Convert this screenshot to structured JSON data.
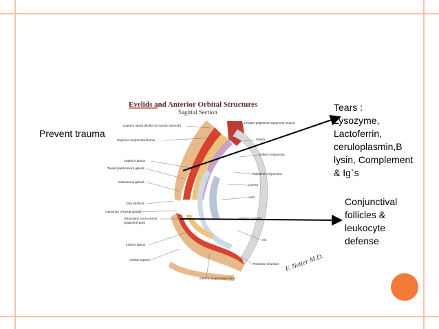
{
  "diagram": {
    "title": "Eyelids and Anterior Orbital Structures",
    "subtitle": "Sagittal Section",
    "labels": {
      "superior_tarsal_muscle": "Superior tarsal (Muller's) muscle (smooth)",
      "superior_conjunctival_fornix": "Superior conjunctival fornix",
      "superior_tarsus": "Superior tarsus",
      "tarsal_glands": "Tarsal (Meibomian) glands",
      "sebaceous_glands": "Sebaceous glands",
      "cilia": "Cilia (lashes)",
      "openings_tarsal": "Openings of tarsal glands",
      "orbicularis": "Orbicularis oculi muscle",
      "palpebral_part": "(palpebral part)",
      "inferior_tarsus": "Inferior tarsus",
      "orbital_septum": "Orbital septum",
      "levator": "Levator palpebrae superioris muscle",
      "sclera": "Sclera",
      "bulbar_conj": "Bulbar conjunctiva",
      "palpebral_conj": "Palpebral conjunctiva",
      "cornea": "Cornea",
      "lens": "Lens",
      "anterior_chamber": "Anterior chamber",
      "iris": "Iris",
      "posterior_chamber": "Posterior chamber",
      "inferior_conj_fornix": "Inferior conjunctival fornix"
    },
    "signature": "F. Netter M.D."
  },
  "annotations": {
    "prevent": "Prevent trauma",
    "tears": [
      "Tears :",
      "Lysozyme,",
      "Lactoferrin,",
      "ceruloplasmin,B",
      "lysin, Complement",
      "& Ig`s"
    ],
    "conjunctival": [
      "Conjunctival",
      "follicles &",
      "leukocyte",
      "defense"
    ]
  },
  "colors": {
    "accent_dot": "#f47a3a",
    "frame_lines": "#f2c1b0"
  }
}
